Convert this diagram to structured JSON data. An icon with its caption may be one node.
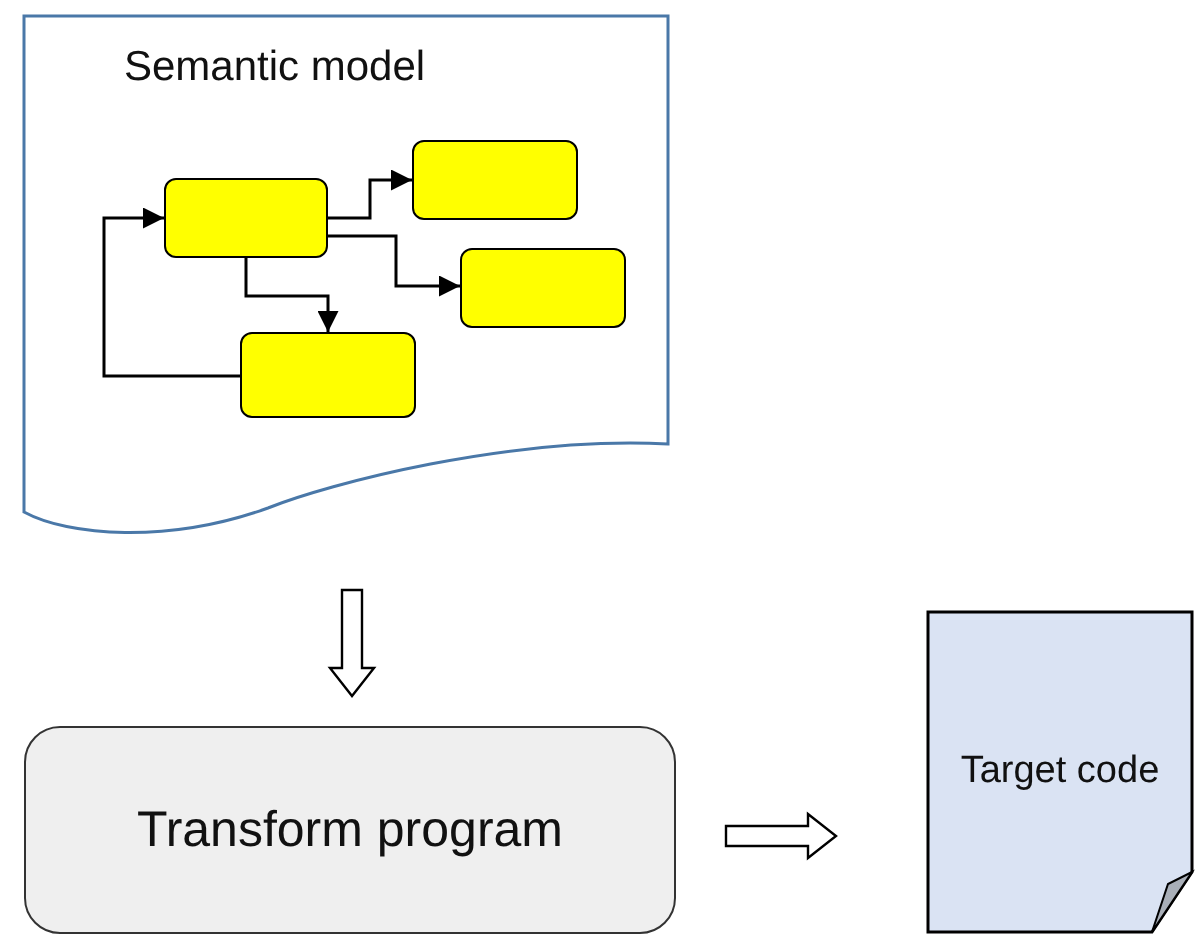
{
  "diagram": {
    "nodes": [
      {
        "text": [
          "Semantic model"
        ]
      },
      {
        "text": [],
        "shape": "box",
        "in": 0
      },
      {
        "text": [],
        "shape": "box",
        "in": 0
      },
      {
        "text": [],
        "shape": "box",
        "in": 0
      },
      {
        "text": [],
        "shape": "box",
        "in": 0
      },
      {
        "text": [
          "Transform program"
        ]
      },
      {
        "text": [
          "Target code"
        ]
      }
    ],
    "edges": [
      {
        "from": 1,
        "to": 2,
        "arrow": "to"
      },
      {
        "from": 1,
        "to": 3,
        "arrow": "to"
      },
      {
        "from": 1,
        "to": 4,
        "arrow": "to"
      },
      {
        "from": 4,
        "to": 1,
        "arrow": "to"
      },
      {
        "from": 0,
        "to": 5,
        "arrow": "to",
        "style": "thick"
      },
      {
        "from": 5,
        "to": 6,
        "arrow": "to",
        "style": "thick"
      }
    ]
  }
}
